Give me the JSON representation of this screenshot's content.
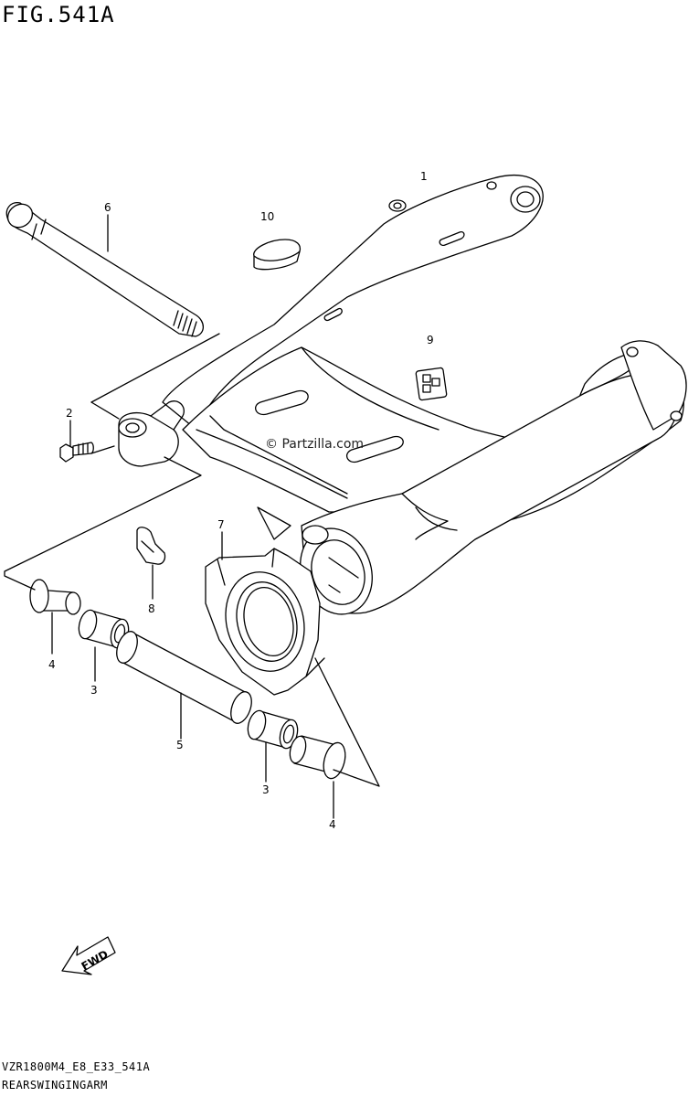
{
  "figure": {
    "title": "FIG.541A",
    "code": "VZR1800M4_E8_E33_541A",
    "name": "REARSWINGINGARM",
    "watermark": "© Partzilla.com",
    "fwd_label": "FWD"
  },
  "callouts": [
    {
      "id": "c1",
      "label": "1"
    },
    {
      "id": "c2",
      "label": "2"
    },
    {
      "id": "c3a",
      "label": "3"
    },
    {
      "id": "c3b",
      "label": "3"
    },
    {
      "id": "c4a",
      "label": "4"
    },
    {
      "id": "c4b",
      "label": "4"
    },
    {
      "id": "c5",
      "label": "5"
    },
    {
      "id": "c6",
      "label": "6"
    },
    {
      "id": "c7",
      "label": "7"
    },
    {
      "id": "c8",
      "label": "8"
    },
    {
      "id": "c9",
      "label": "9"
    },
    {
      "id": "c10",
      "label": "10"
    }
  ]
}
